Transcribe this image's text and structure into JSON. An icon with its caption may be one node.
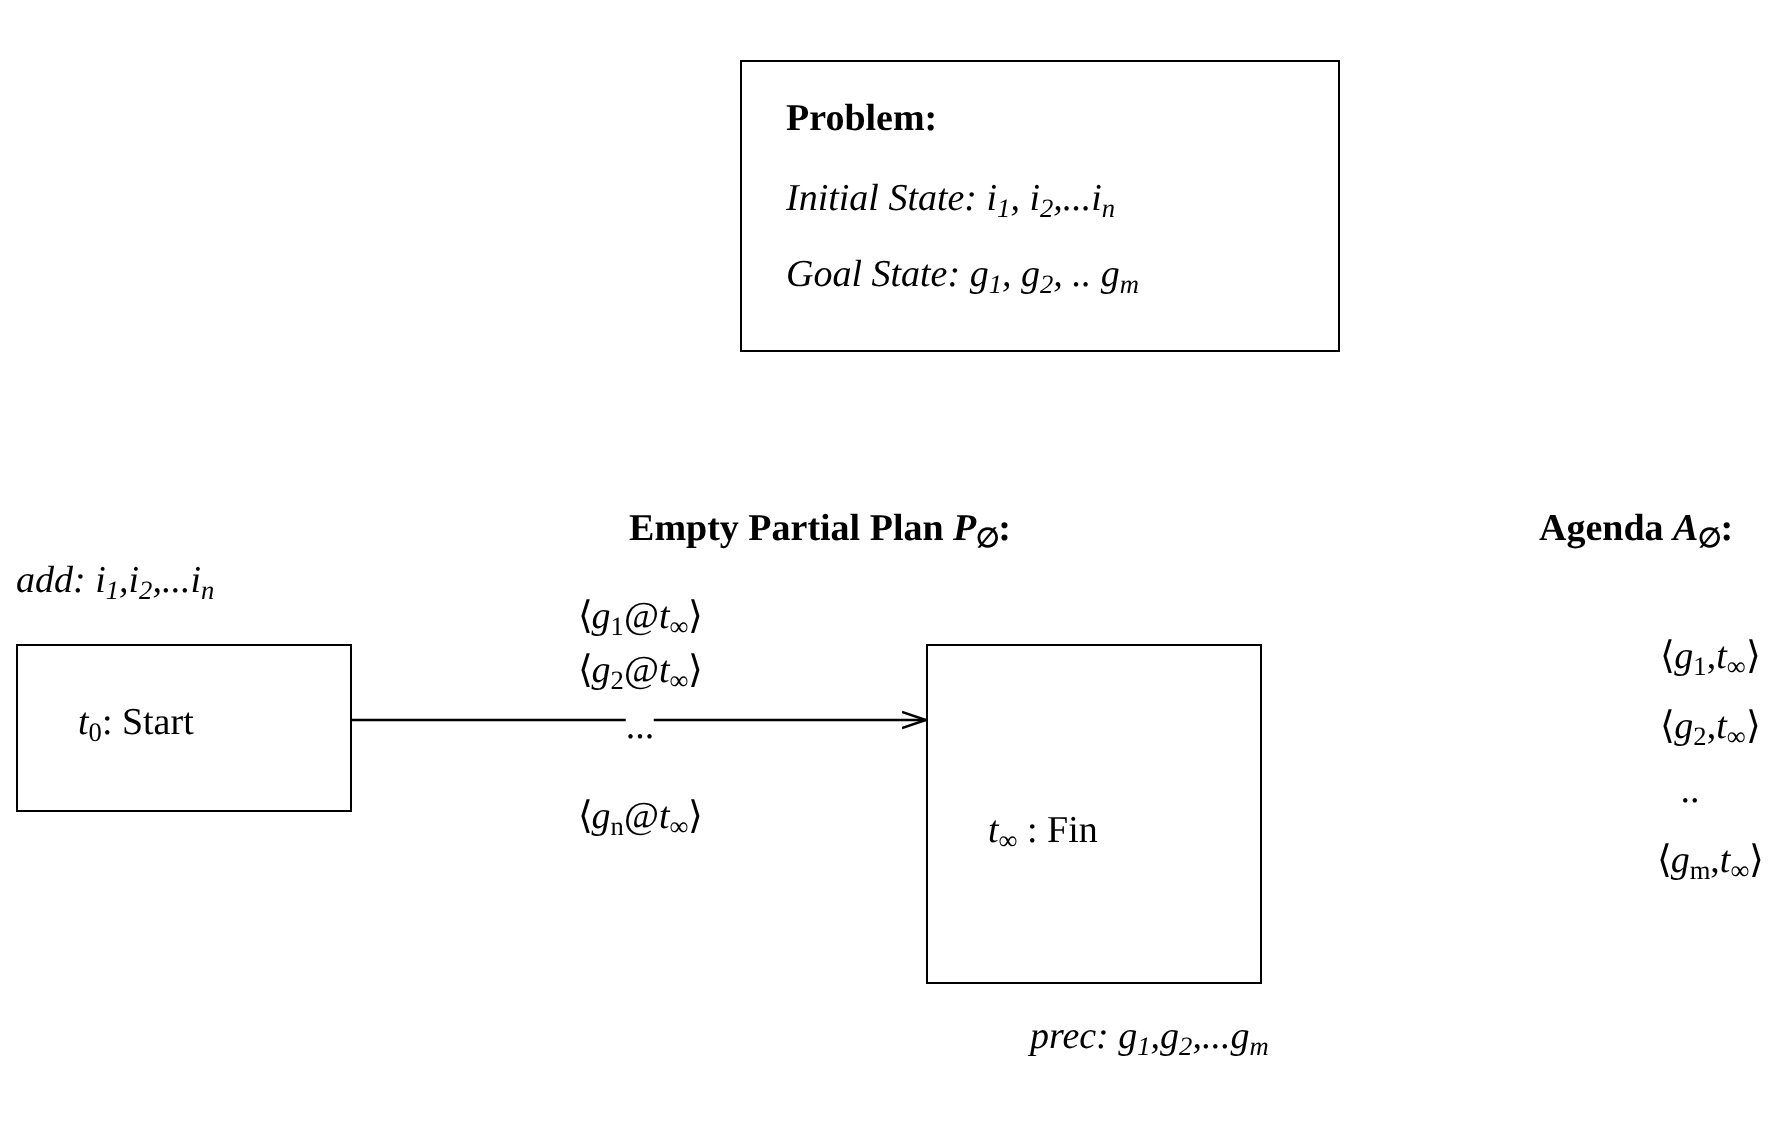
{
  "diagram": {
    "nodes": [
      {
        "text": [
          "Problem:",
          "Initial State: i$_{1}$, i$_{2}$,...i$_{n}$",
          "Goal State: g$_{1}$, g$_{2}$, .. g$_{m}$"
        ]
      },
      {
        "text": [
          "*t*$_{0}$: Start"
        ],
        "beside": [
          "add: i$_{1}$,i$_{2}$,...i$_{n}$"
        ]
      },
      {
        "text": [
          "*t*$_{∞}$ : Fin"
        ],
        "beside": [
          "prec: g$_{1}$,g$_{2}$,...g$_{m}$"
        ]
      }
    ],
    "edges": [
      {
        "from": 1,
        "to": 2,
        "arrow": "to"
      }
    ],
    "labels": [
      "Empty Partial Plan *P*$_{∅}$:",
      "Agenda *A*$_{∅}$:",
      "⟨*g*$_{1}$@*t*$_{∞}$⟩",
      "⟨*g*$_{2}$@*t*$_{∞}$⟩",
      "...",
      "⟨*g*$_{n}$@*t*$_{∞}$⟩",
      "⟨*g*$_{1}$,*t*$_{∞}$⟩",
      "⟨*g*$_{2}$,*t*$_{∞}$⟩",
      "..",
      "⟨*g*$_{m}$,*t*$_{∞}$⟩"
    ]
  }
}
